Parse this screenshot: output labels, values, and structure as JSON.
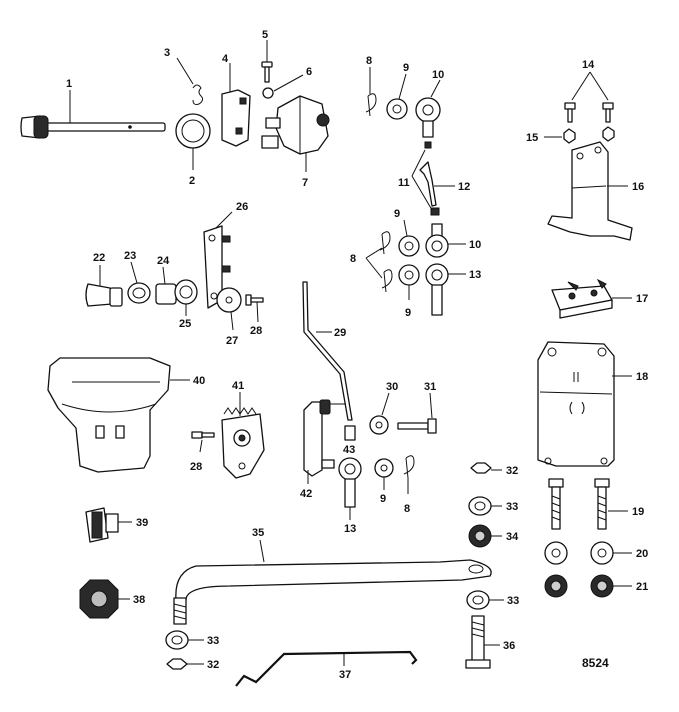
{
  "diagram": {
    "drawing_number": "8524",
    "callouts": {
      "c1": "1",
      "c2": "2",
      "c3": "3",
      "c4": "4",
      "c5": "5",
      "c6": "6",
      "c7": "7",
      "c8a": "8",
      "c9a": "9",
      "c10a": "10",
      "c11": "11",
      "c12": "12",
      "c14": "14",
      "c15": "15",
      "c16": "16",
      "c9b": "9",
      "c10b": "10",
      "c8b": "8",
      "c9c": "9",
      "c13a": "13",
      "c22": "22",
      "c23": "23",
      "c24": "24",
      "c25": "25",
      "c26": "26",
      "c27": "27",
      "c28a": "28",
      "c17": "17",
      "c29": "29",
      "c18": "18",
      "c40": "40",
      "c41": "41",
      "c28b": "28",
      "c30": "30",
      "c31": "31",
      "c43": "43",
      "c42": "42",
      "c9d": "9",
      "c8c": "8",
      "c13b": "13",
      "c32a": "32",
      "c33a": "33",
      "c34": "34",
      "c19": "19",
      "c20": "20",
      "c21": "21",
      "c39": "39",
      "c35": "35",
      "c38": "38",
      "c33b": "33",
      "c33c": "33",
      "c32b": "32",
      "c36": "36",
      "c37": "37"
    }
  }
}
